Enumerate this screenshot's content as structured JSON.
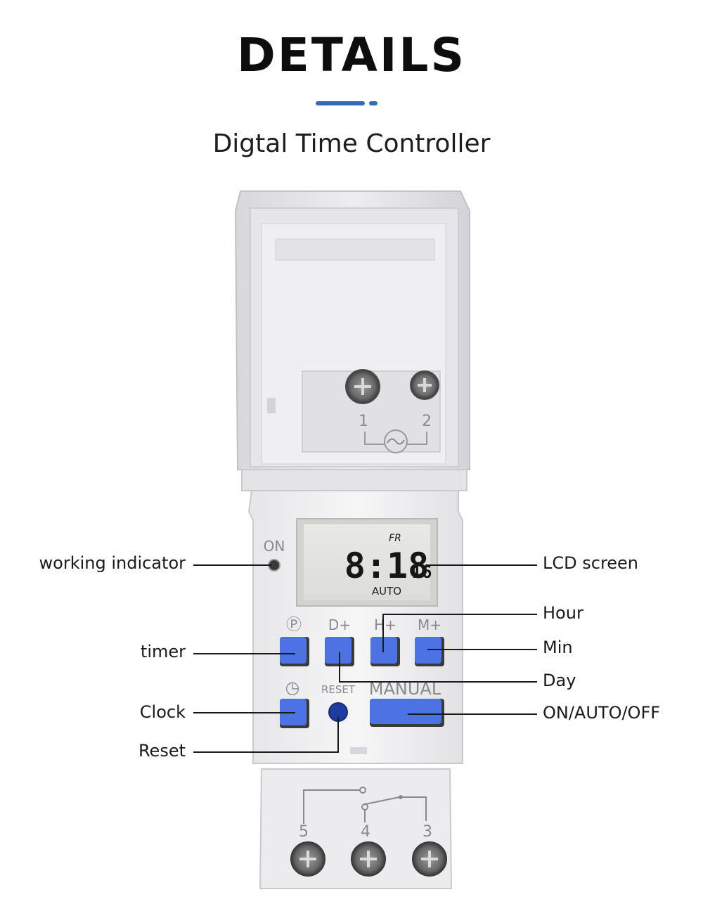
{
  "header": {
    "title": "DETAILS",
    "subtitle": "Digtal Time Controller",
    "accent_color": "#2f6db5"
  },
  "device": {
    "lid_terminals": [
      "1",
      "2"
    ],
    "indicator_label": "ON",
    "lcd": {
      "day": "FR",
      "time": "8:18",
      "seconds": "16",
      "mode": "AUTO"
    },
    "button_labels": {
      "program": "Ⓟ",
      "day_plus": "D+",
      "hour_plus": "H+",
      "min_plus": "M+",
      "clock": "◷",
      "reset": "RESET",
      "manual": "MANUAL"
    },
    "output_terminals": [
      "5",
      "4",
      "3"
    ],
    "button_color": "#4d72e3",
    "reset_color": "#1f3d9e"
  },
  "callouts": {
    "working_indicator": "working indicator",
    "timer": "timer",
    "clock": "Clock",
    "reset": "Reset",
    "lcd_screen": "LCD screen",
    "hour": "Hour",
    "min": "Min",
    "day": "Day",
    "on_auto_off": "ON/AUTO/OFF"
  }
}
